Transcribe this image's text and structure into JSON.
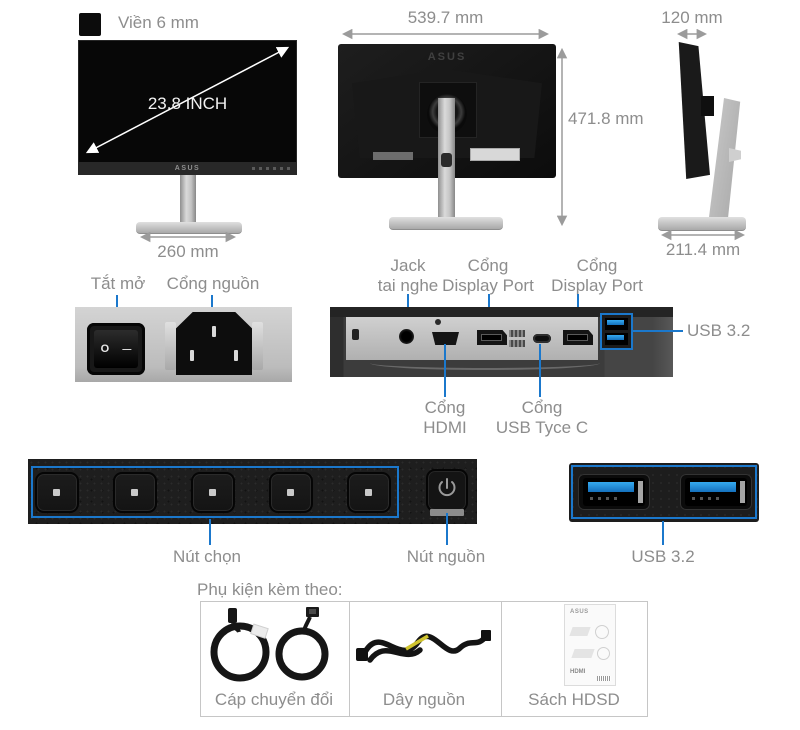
{
  "colors": {
    "accent_blue": "#1b78cc",
    "label_gray": "#8d8d8d",
    "usb_blue": "#1e8fd6"
  },
  "icons": {
    "power": "power-icon",
    "bezel_corner": "bezel-corner-icon",
    "dimension_arrows": "arrow-icon"
  },
  "front_view": {
    "bezel_label": "Viền 6 mm",
    "diagonal_label": "23.8 INCH",
    "brand": "ASUS",
    "base_width_label": "260 mm"
  },
  "back_view": {
    "width_label": "539.7 mm",
    "height_label": "471.8 mm",
    "brand": "ASUS"
  },
  "side_view": {
    "depth_label": "120 mm",
    "base_depth_label": "211.4 mm"
  },
  "power_panel": {
    "switch_label": "Tắt mở",
    "port_label": "Cổng nguồn",
    "switch_off_symbol": "O",
    "switch_on_symbol": "—"
  },
  "ports_panel": {
    "jack_label_line1": "Jack",
    "jack_label_line2": "tai nghe",
    "dp1_label_line1": "Cổng",
    "dp1_label_line2": "Display Port",
    "dp2_label_line1": "Cổng",
    "dp2_label_line2": "Display Port",
    "usb_label": "USB 3.2",
    "hdmi_label_line1": "Cổng",
    "hdmi_label_line2": "HDMI",
    "usbc_label_line1": "Cổng",
    "usbc_label_line2": "USB Tyce C"
  },
  "controls": {
    "select_label": "Nút chọn",
    "power_label": "Nút nguồn"
  },
  "usb_closeup": {
    "label": "USB 3.2"
  },
  "accessories": {
    "heading": "Phụ kiện kèm theo:",
    "manual_brand": "ASUS",
    "manual_hdmi": "HDMI",
    "items": [
      {
        "label": "Cáp chuyển đổi"
      },
      {
        "label": "Dây nguồn"
      },
      {
        "label": "Sách HDSD"
      }
    ]
  }
}
